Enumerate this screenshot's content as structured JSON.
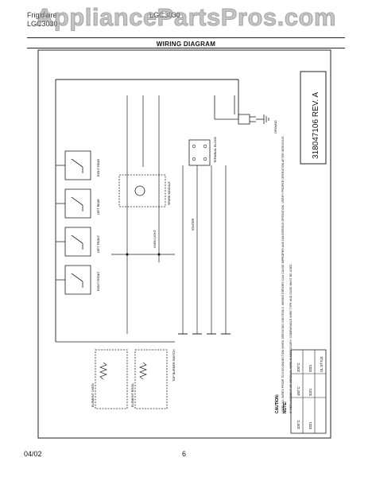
{
  "header": {
    "brand_line1": "Frigidaire",
    "brand_line2": "LGC3030",
    "model": "LGC3030",
    "title": "WIRING DIAGRAM"
  },
  "watermark": "AppliancePartsPros.com",
  "part_number": "318047106 REV. A",
  "footer": {
    "date": "04/02",
    "page": "6"
  },
  "colors": {
    "line": "#1a1a1a",
    "text": "#111111",
    "watermark": "#999999"
  },
  "diagram": {
    "switches": [
      {
        "id": "sw1",
        "label": "RIGHT REAR"
      },
      {
        "id": "sw2",
        "label": "LEFT REAR"
      },
      {
        "id": "sw3",
        "label": "LEFT FRONT"
      },
      {
        "id": "sw4",
        "label": "RIGHT FRONT"
      }
    ],
    "labels": {
      "oven_light": "OVEN LIGHT",
      "spark_module": "SPARK MODULE",
      "igniter": "IGNITER",
      "terminal_block": "TERMINAL BLOCK",
      "ground": "GROUND",
      "element_oven": "ELEMENT OVEN",
      "element_broil": "ELEMENT BROIL",
      "burner_switch": "TOP BURNER SWITCH",
      "caution": "CAUTION:",
      "caution_text": "LABEL ALL WIRES PRIOR TO DISCONNECTION WHEN SERVICING CONTROLS. WIRING ERRORS CAN CAUSE IMPROPER AND DANGEROUS OPERATION. VERIFY PROPER OPERATION AFTER SERVICING.",
      "note": "NOTE:",
      "note_text": "IF REPLACEMENT OF ORIGINAL WIRE IS NECESSARY, COMPARABLE WIRE TYPE AND GAGE MUST BE USED."
    },
    "table": {
      "headers": [
        "",
        "UL STYLE"
      ],
      "rows": [
        [
          "200°C",
          "3321"
        ],
        [
          "150°C",
          "3321"
        ],
        [
          "105°C",
          "3321"
        ]
      ]
    }
  }
}
